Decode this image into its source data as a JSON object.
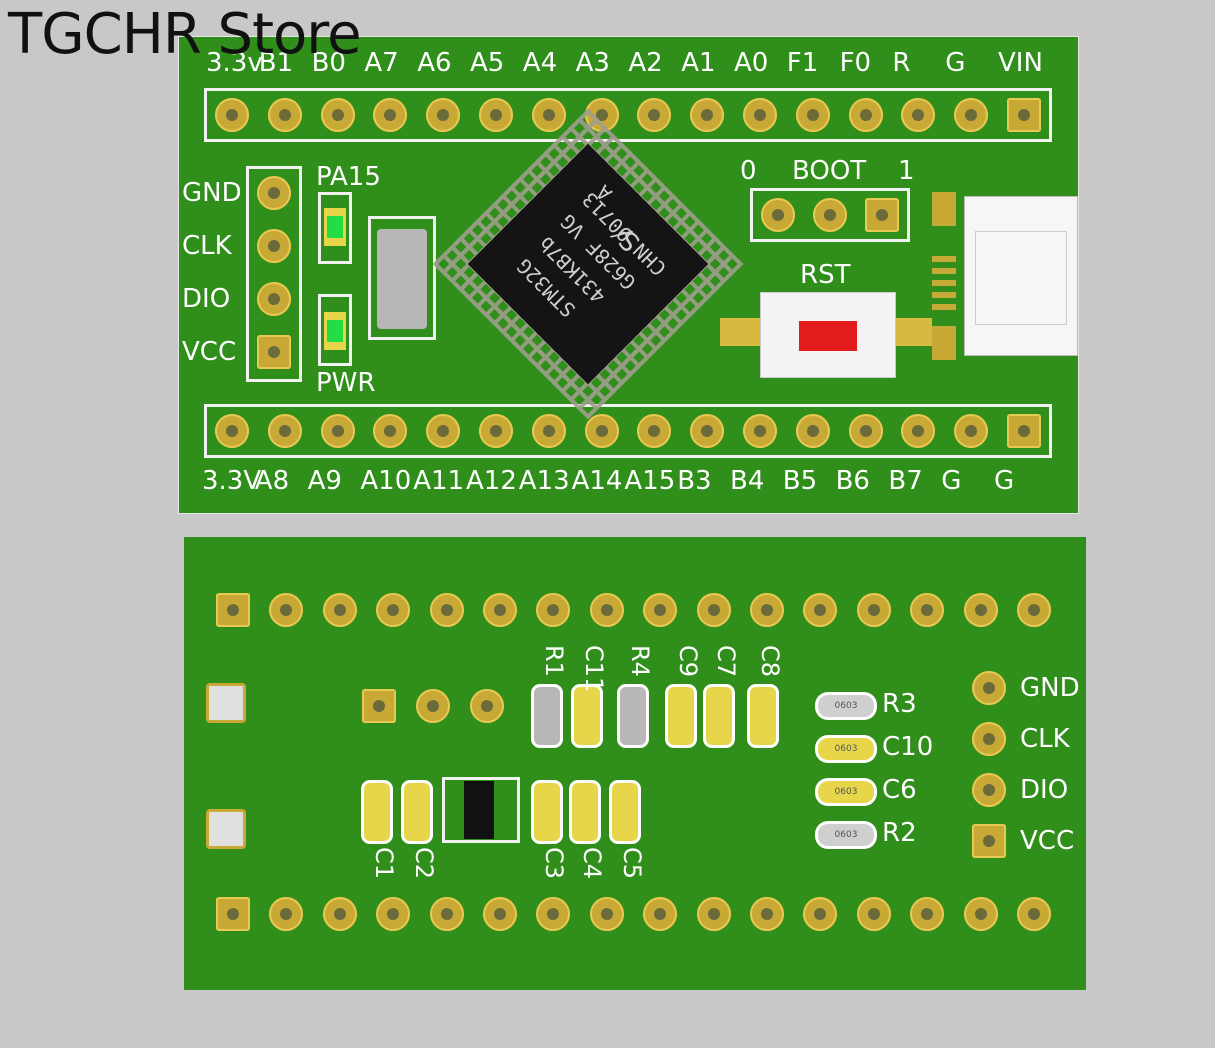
{
  "watermark": "TGCHR Store",
  "top_board": {
    "top_pins": [
      "3.3v",
      "B1",
      "B0",
      "A7",
      "A6",
      "A5",
      "A4",
      "A3",
      "A2",
      "A1",
      "A0",
      "F1",
      "F0",
      "R",
      "G",
      "VIN"
    ],
    "bottom_pins": [
      "3.3V",
      "A8",
      "A9",
      "A10",
      "A11",
      "A12",
      "A13",
      "A14",
      "A15",
      "B3",
      "B4",
      "B5",
      "B6",
      "B7",
      "G",
      "G"
    ],
    "left_pins": [
      "GND",
      "CLK",
      "DIO",
      "VCC"
    ],
    "led_top": "PA15",
    "led_bottom": "PWR",
    "boot": {
      "zero": "0",
      "label": "BOOT",
      "one": "1"
    },
    "rst": "RST",
    "chip_lines": [
      "STM32G",
      "431KB7b",
      "G628F VG",
      "CHN 90713"
    ],
    "chip_corner": "A",
    "colors": {
      "pcb": "#2f8f1a",
      "pad": "#c9a935",
      "button": "#e21b1b",
      "led": "#22dd44"
    }
  },
  "bottom_board": {
    "right_pins": [
      "GND",
      "CLK",
      "DIO",
      "VCC"
    ],
    "top_row_labels": [
      "R1",
      "C11",
      "R4",
      "C9",
      "C7",
      "C8"
    ],
    "bottom_row_labels": [
      "C1",
      "C2",
      "C3",
      "C4",
      "C5"
    ],
    "side_components": [
      "R3",
      "C10",
      "C6",
      "R2"
    ],
    "pkg": "0603"
  }
}
